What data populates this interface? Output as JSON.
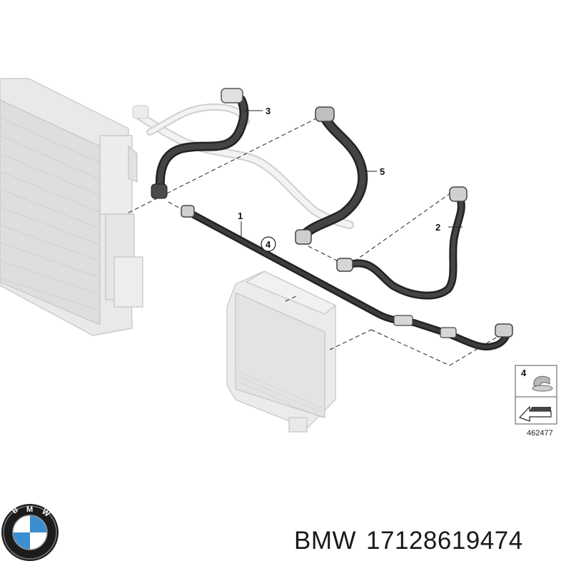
{
  "diagram": {
    "callouts": {
      "c1": "1",
      "c2": "2",
      "c3": "3",
      "c4": "4",
      "c5": "5"
    },
    "inset": {
      "label": "4",
      "ref_number": "462477"
    }
  },
  "caption": {
    "brand": "BMW",
    "part_number": "17128619474"
  },
  "colors": {
    "hose": "#2e2e2e",
    "component_gray": "#e4e4e4",
    "logo_blue": "#3b8fd0"
  },
  "icons": {
    "logo": "bmw-logo"
  }
}
